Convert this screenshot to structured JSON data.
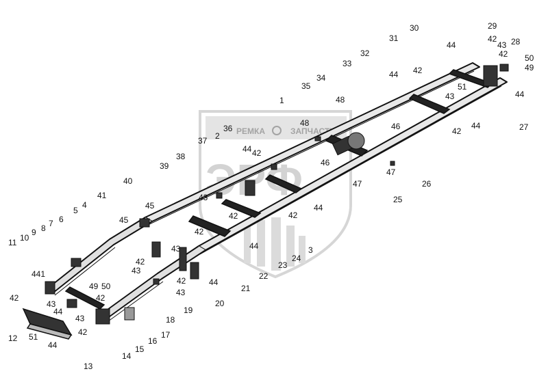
{
  "watermark": {
    "top_text_left": "РЕМКА",
    "top_text_right": "ЗАПЧАСТИ",
    "big_letters": "ЭРФ"
  },
  "callouts": [
    "1",
    "2",
    "3",
    "4",
    "5",
    "6",
    "7",
    "8",
    "9",
    "10",
    "11",
    "12",
    "13",
    "14",
    "15",
    "16",
    "17",
    "18",
    "19",
    "20",
    "21",
    "22",
    "23",
    "24",
    "25",
    "26",
    "27",
    "28",
    "29",
    "30",
    "31",
    "32",
    "33",
    "34",
    "35",
    "36",
    "37",
    "38",
    "39",
    "40",
    "41",
    "42",
    "43",
    "44",
    "45",
    "46",
    "47",
    "48",
    "49",
    "50",
    "51",
    "441"
  ]
}
